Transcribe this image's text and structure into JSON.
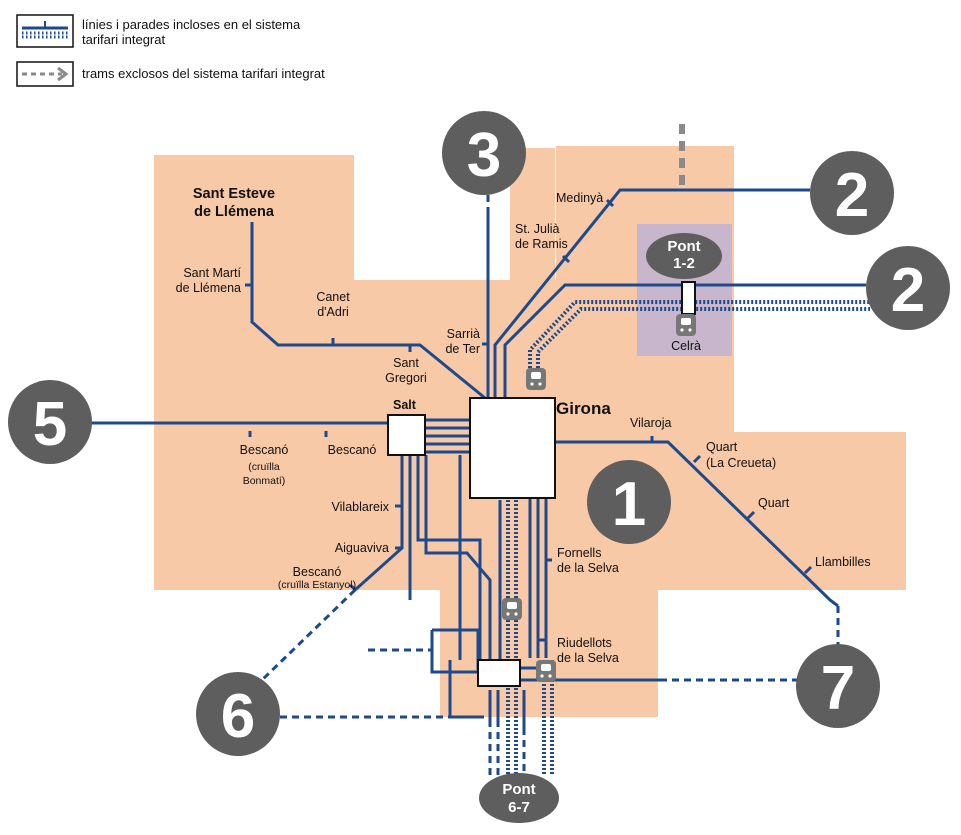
{
  "legend": {
    "integrated": "línies i parades incloses en el sistema tarifari integrat",
    "integrated_line1": "línies i parades incloses en el sistema",
    "integrated_line2": "tarifari integrat",
    "excluded": "trams exclosos del sistema tarifari integrat"
  },
  "colors": {
    "line": "#1c4a8c",
    "zone": "#f8c9a7",
    "zone_celra": "#c8b6cc",
    "route_circle": "#5e5e5e",
    "excluded_track": "#8a8a8a"
  },
  "routes": {
    "r1": "1",
    "r2a": "2",
    "r2b": "2",
    "r3": "3",
    "r5": "5",
    "r6": "6",
    "r7": "7"
  },
  "ponts": {
    "p12_a": "Pont",
    "p12_b": "1-2",
    "p67_a": "Pont",
    "p67_b": "6-7"
  },
  "stops": {
    "sant_esteve_1": "Sant Esteve",
    "sant_esteve_2": "de Llémena",
    "sant_marti_1": "Sant Martí",
    "sant_marti_2": "de Llémena",
    "canet_1": "Canet",
    "canet_2": "d'Adri",
    "sant_gregori_1": "Sant",
    "sant_gregori_2": "Gregori",
    "sarria_1": "Sarrià",
    "sarria_2": "de Ter",
    "st_julia_1": "St. Julià",
    "st_julia_2": "de Ramis",
    "medinya": "Medinyà",
    "celra": "Celrà",
    "girona": "Girona",
    "vilaroja": "Vilaroja",
    "quart_creueta_1": "Quart",
    "quart_creueta_2": "(La Creueta)",
    "quart": "Quart",
    "llambilles": "Llambilles",
    "salt": "Salt",
    "bescano_bonmati_1": "Bescanó",
    "bescano_bonmati_2": "(cruïlla",
    "bescano_bonmati_3": "Bonmatí)",
    "bescano": "Bescanó",
    "vilablareix": "Vilablareix",
    "aiguaviva": "Aiguaviva",
    "bescano_estanyol_1": "Bescanó",
    "bescano_estanyol_2": "(cruïlla Estanyol)",
    "fornells_1": "Fornells",
    "fornells_2": "de la Selva",
    "riudellots_1": "Riudellots",
    "riudellots_2": "de la Selva"
  }
}
